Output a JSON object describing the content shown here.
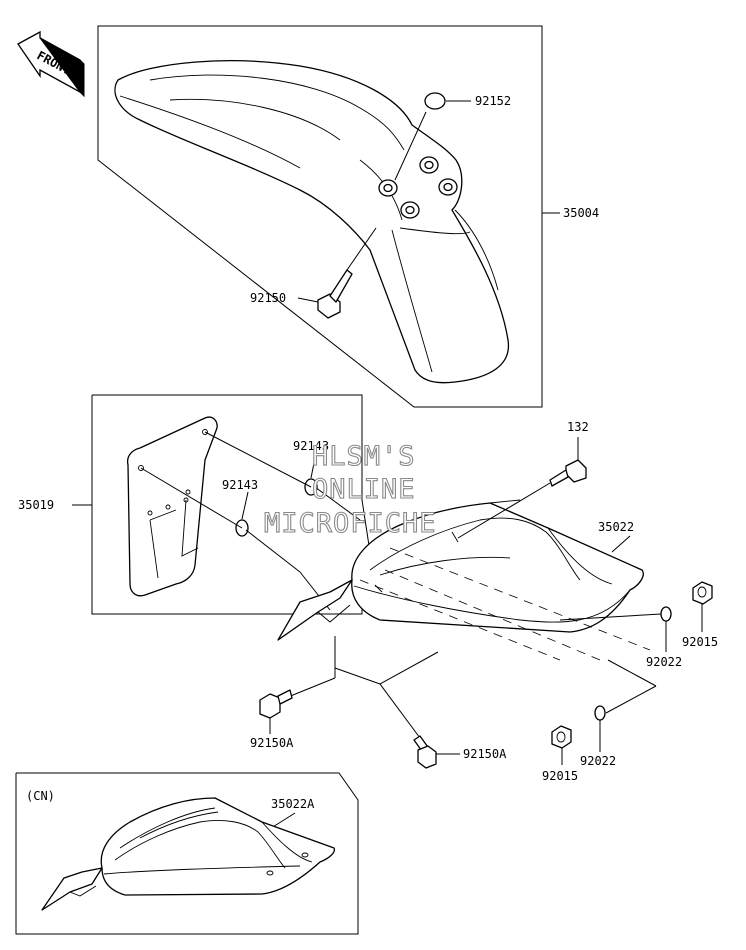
{
  "front_badge": "FRONT",
  "variant_tag": "(CN)",
  "watermark": [
    "HLSM'S",
    "ONLINE",
    "MICROFICHE"
  ],
  "parts": {
    "p92152": "92152",
    "p35004": "35004",
    "p92150": "92150",
    "p132": "132",
    "p92143_a": "92143",
    "p92143_b": "92143",
    "p35019": "35019",
    "p35022": "35022",
    "p92015_a": "92015",
    "p92022_a": "92022",
    "p92150A_a": "92150A",
    "p92150A_b": "92150A",
    "p92022_b": "92022",
    "p92015_b": "92015",
    "p35022A": "35022A"
  }
}
